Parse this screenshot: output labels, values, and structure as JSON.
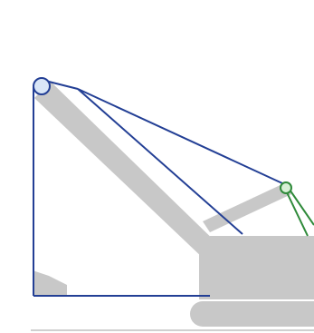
{
  "diagram": {
    "description_visible_text": [],
    "colors": {
      "background": "#ffffff",
      "structure_gray": "#c8c8c8",
      "rope_blue": "#233f95",
      "rope_green": "#2f8a3a",
      "ground_line": "#d0d0d0",
      "sheave_blue_fill": "#d9e6f7",
      "sheave_green_fill": "#d8f0d6"
    },
    "parts": {
      "boom": "boom",
      "boom_tip_sheave": "boom-tip-sheave",
      "mast": "mast",
      "mast_top_sheave": "mast-top-sheave",
      "pendant_lines": "pendant-lines",
      "hoist_line": "hoist-line",
      "bucket": "bucket",
      "upper_works": "upper-works",
      "crawler_track": "crawler-track",
      "ground": "ground-line"
    }
  }
}
